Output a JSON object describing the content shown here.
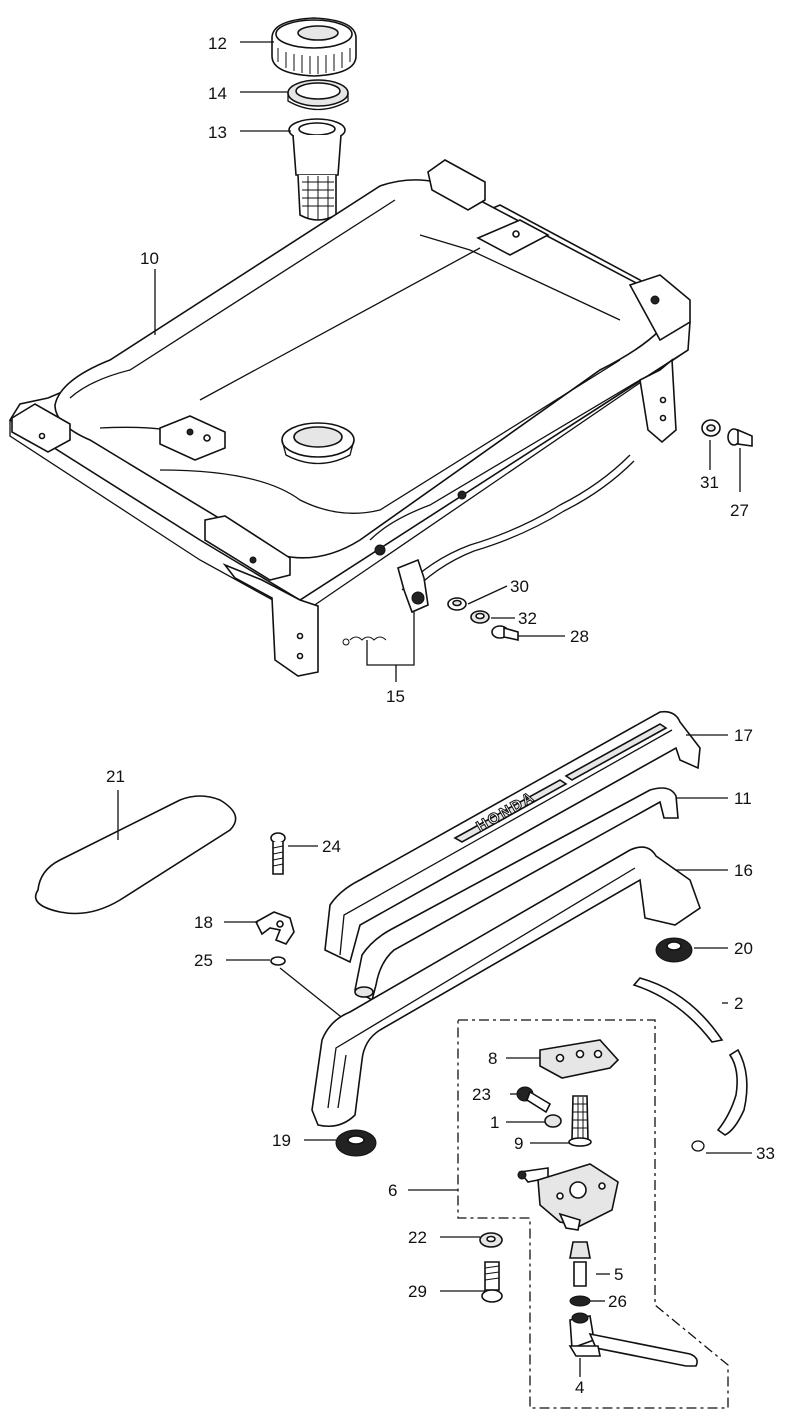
{
  "diagram": {
    "brand_text": "HONDA",
    "labels": {
      "p1": "1",
      "p2": "2",
      "p4": "4",
      "p5": "5",
      "p6": "6",
      "p8": "8",
      "p9": "9",
      "p10": "10",
      "p11": "11",
      "p12": "12",
      "p13": "13",
      "p14": "14",
      "p15": "15",
      "p16": "16",
      "p17": "17",
      "p18": "18",
      "p19": "19",
      "p20": "20",
      "p21": "21",
      "p22": "22",
      "p23": "23",
      "p24": "24",
      "p25": "25",
      "p26": "26",
      "p27": "27",
      "p28": "28",
      "p29": "29",
      "p30": "30",
      "p31": "31",
      "p32": "32",
      "p33": "33"
    }
  }
}
